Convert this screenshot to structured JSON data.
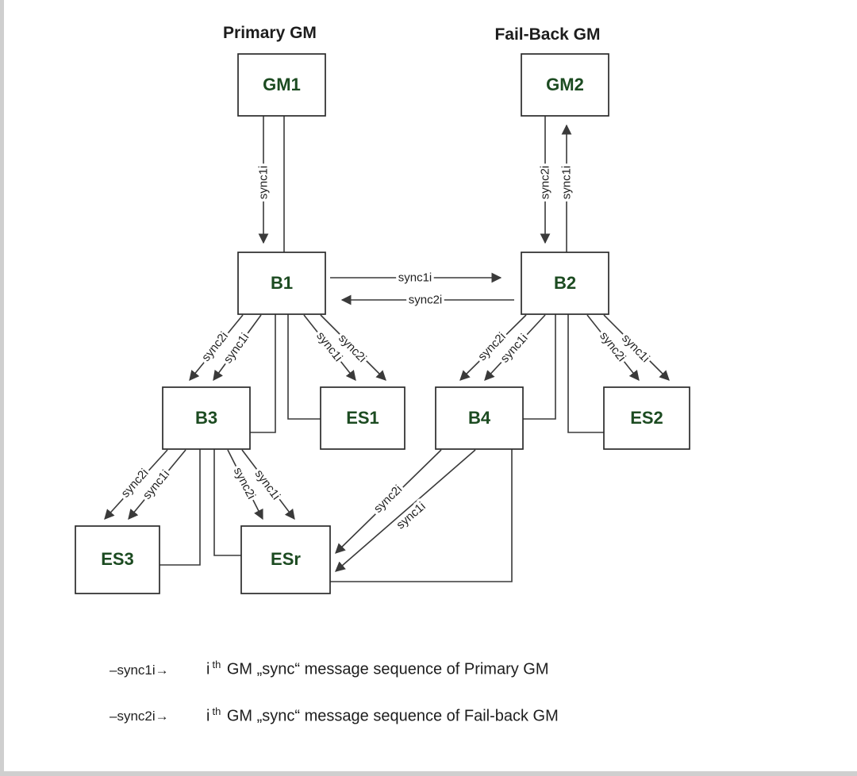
{
  "diagram": {
    "titles": [
      {
        "id": "primary",
        "label": "Primary GM"
      },
      {
        "id": "failback",
        "label": "Fail-Back GM"
      }
    ],
    "nodes": [
      {
        "id": "gm1",
        "label": "GM1"
      },
      {
        "id": "gm2",
        "label": "GM2"
      },
      {
        "id": "b1",
        "label": "B1"
      },
      {
        "id": "b2",
        "label": "B2"
      },
      {
        "id": "b3",
        "label": "B3"
      },
      {
        "id": "es1",
        "label": "ES1"
      },
      {
        "id": "b4",
        "label": "B4"
      },
      {
        "id": "es2",
        "label": "ES2"
      },
      {
        "id": "es3",
        "label": "ES3"
      },
      {
        "id": "esr",
        "label": "ESr"
      }
    ],
    "edge_labels": {
      "gm1_to_b1": "sync1i",
      "gm2_to_b2": "sync2i",
      "b2_to_gm2": "sync1i",
      "b1_to_b2": "sync1i",
      "b2_to_b1": "sync2i",
      "b1_to_b3_outer": "sync2i",
      "b1_to_b3_inner": "sync1i",
      "b1_to_es1_left": "sync1i",
      "b1_to_es1_right": "sync2i",
      "b2_to_b4_outer": "sync2i",
      "b2_to_b4_inner": "sync1i",
      "b2_to_es2_left": "sync2i",
      "b2_to_es2_right": "sync1i",
      "b3_to_es3_outer": "sync2i",
      "b3_to_es3_inner": "sync1i",
      "b3_to_esr_left": "sync2i",
      "b3_to_esr_right": "sync1i",
      "b4_to_esr_upper": "sync2i",
      "b4_to_esr_lower": "sync1i"
    },
    "colors": {
      "node_text": "#1c4b21",
      "line": "#3a3a3a",
      "label_text": "#1f1f1f"
    }
  },
  "legend": {
    "rows": [
      {
        "symbol": "–sync1i→",
        "prefix": "i",
        "sup": "th",
        "text": " GM „sync“ message sequence of Primary GM"
      },
      {
        "symbol": "–sync2i→",
        "prefix": "i",
        "sup": "th",
        "text": " GM „sync“ message sequence of Fail-back GM"
      }
    ]
  }
}
